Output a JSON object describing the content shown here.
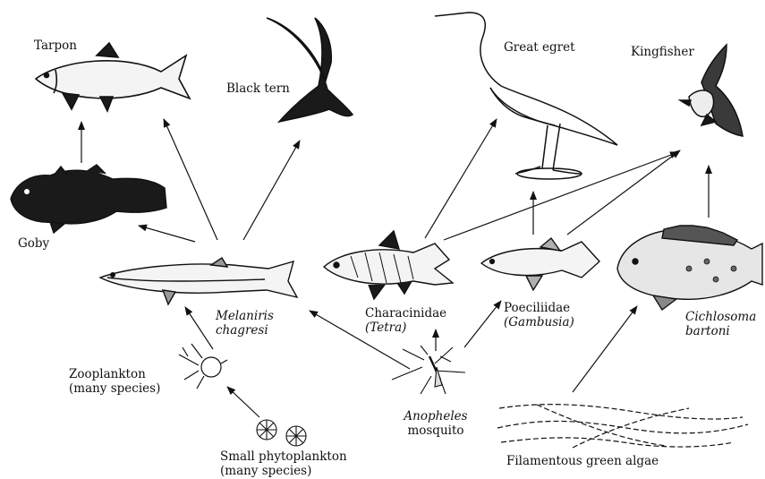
{
  "organisms": {
    "tarpon": "Tarpon",
    "black_tern": "Black tern",
    "great_egret": "Great egret",
    "kingfisher": "Kingfisher",
    "goby": "Goby",
    "melaniris": [
      "Melaniris",
      "chagresi"
    ],
    "characinidae": [
      "Characinidae",
      "(Tetra)"
    ],
    "poeciliidae": [
      "Poeciliidae",
      "(Gambusia)"
    ],
    "cichlosoma": [
      "Cichlosoma",
      "bartoni"
    ],
    "zooplankton": [
      "Zooplankton",
      "(many species)"
    ],
    "anopheles": [
      "Anopheles",
      "mosquito"
    ],
    "phytoplankton": [
      "Small phytoplankton",
      "(many species)"
    ],
    "algae": "Filamentous green algae"
  },
  "colors": {
    "ink": "#111111",
    "fish_dark": "#1a1a1a",
    "fish_light": "#f4f4f4"
  }
}
